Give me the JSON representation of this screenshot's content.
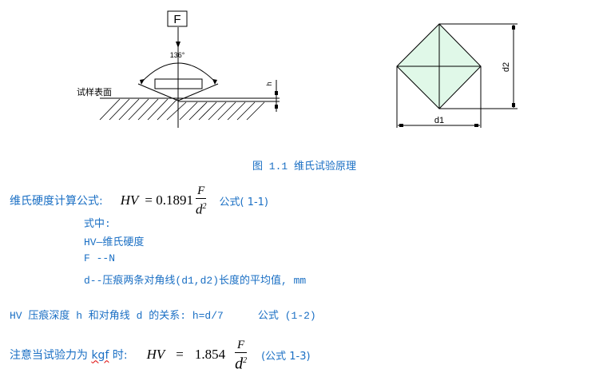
{
  "figure": {
    "force_label": "F",
    "angle_label": "136°",
    "surface_label": "试样表面",
    "depth_label": "h",
    "diag1_label": "d1",
    "diag2_label": "d2",
    "caption": "图 1.1 维氏试验原理",
    "fill_color": "#e0f8e8"
  },
  "formula1": {
    "label": "维氏硬度计算公式:",
    "lhs": "HV",
    "eq_coef": "= 0.1891",
    "num": "F",
    "den": "d",
    "den_exp": "2",
    "ref": "公式( 1-1)"
  },
  "where": {
    "title": "式中:",
    "items": [
      "HV—维氏硬度",
      "F --N",
      "d--压痕两条对角线(d1,d2)长度的平均值, mm"
    ]
  },
  "formula2": {
    "text": "HV 压痕深度 h 和对角线 d 的关系: h=d/7",
    "ref": "公式 (1-2)"
  },
  "formula3": {
    "label_pre": "注意当试验力为 ",
    "label_unit": "kgf",
    "label_post": " 时:",
    "lhs": "HV",
    "eq": "=",
    "coef": "1.854",
    "num": "F",
    "den": "d",
    "den_exp": "2",
    "ref": "(公式 1-3)"
  },
  "colors": {
    "text_blue": "#1a6fc4",
    "line": "#000000"
  }
}
